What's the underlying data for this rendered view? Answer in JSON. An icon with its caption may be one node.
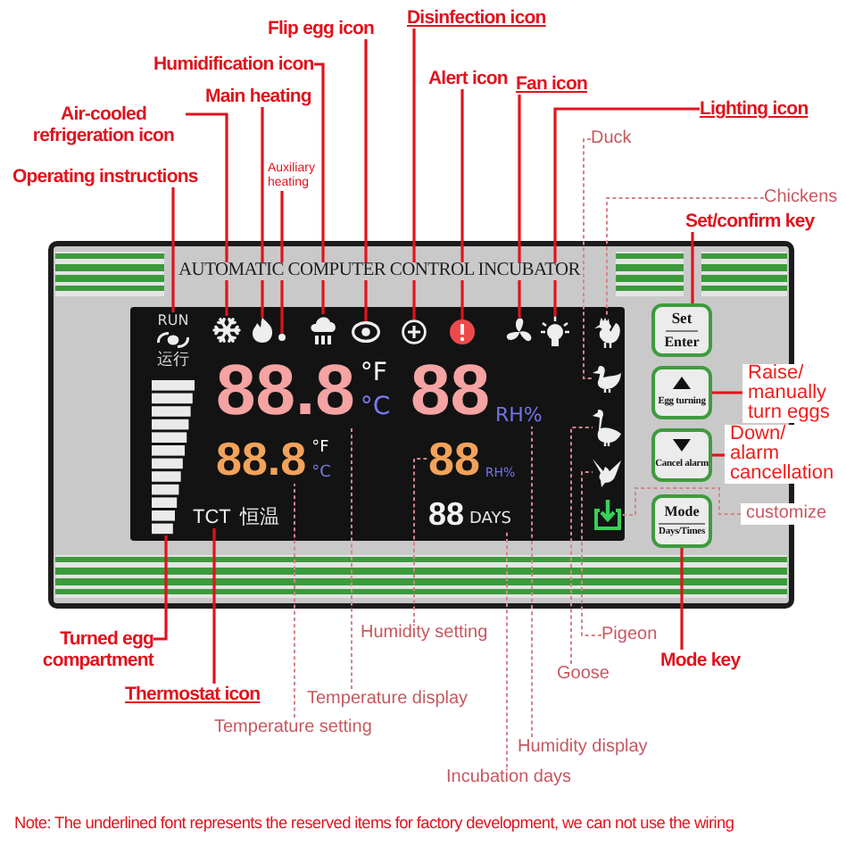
{
  "diagram": {
    "nodes": [
      {
        "text": [
          "Disinfection icon"
        ]
      },
      {
        "text": [
          "Flip egg icon"
        ]
      },
      {
        "text": [
          "Humidification icon"
        ]
      },
      {
        "text": [
          "Alert icon"
        ]
      },
      {
        "text": [
          "Fan icon"
        ]
      },
      {
        "text": [
          "Main heating"
        ]
      },
      {
        "text": [
          "Lighting icon"
        ]
      },
      {
        "text": [
          "Air-cooled refrigeration icon"
        ]
      },
      {
        "text": [
          "Duck"
        ]
      },
      {
        "text": [
          "Auxiliary heating"
        ]
      },
      {
        "text": [
          "Operating instructions"
        ]
      },
      {
        "text": [
          "Chickens"
        ]
      },
      {
        "text": [
          "Set/confirm key"
        ]
      },
      {
        "text": [
          "AUTOMATIC COMPUTER CONTROL INCUBATOR"
        ]
      },
      {
        "text": [],
        "shape": "box",
        "in": 13
      },
      {
        "text": [
          "RUN",
          "运行"
        ],
        "in": 14
      },
      {
        "text": [],
        "shape": "picture",
        "in": 14
      },
      {
        "text": [],
        "shape": "picture",
        "in": 14
      },
      {
        "text": [],
        "shape": "circle",
        "in": 14
      },
      {
        "text": [],
        "shape": "picture",
        "in": 14
      },
      {
        "text": [],
        "shape": "picture",
        "in": 14
      },
      {
        "text": [],
        "shape": "picture",
        "in": 14
      },
      {
        "text": [],
        "shape": "picture",
        "in": 14
      },
      {
        "text": [],
        "shape": "picture",
        "in": 14
      },
      {
        "text": [],
        "shape": "picture",
        "in": 14
      },
      {
        "text": [],
        "shape": "picture",
        "in": 14
      },
      {
        "text": [
          "88.8"
        ],
        "beside": [
          "°F",
          "°C"
        ],
        "in": 14
      },
      {
        "text": [
          "88"
        ],
        "beside": [
          "RH%"
        ],
        "in": 14
      },
      {
        "text": [],
        "shape": "picture",
        "in": 14
      },
      {
        "text": [],
        "shape": "picture",
        "in": 14
      },
      {
        "text": [],
        "shape": "picture",
        "in": 14
      },
      {
        "text": [
          "88.8"
        ],
        "beside": [
          "°F",
          "°C"
        ],
        "in": 14
      },
      {
        "text": [
          "88"
        ],
        "beside": [
          "RH%"
        ],
        "in": 14
      },
      {
        "text": [],
        "shape": "picture",
        "in": 14
      },
      {
        "text": [
          "TCT"
        ],
        "beside": [
          "恒温"
        ],
        "in": 14
      },
      {
        "text": [
          "88"
        ],
        "beside": [
          "DAYS"
        ],
        "in": 14
      },
      {
        "text": [],
        "shape": "picture",
        "in": 14
      },
      {
        "text": [
          "Set",
          "Enter"
        ],
        "in": 13
      },
      {
        "text": [
          "Egg turning"
        ],
        "in": 13
      },
      {
        "text": [
          "Cancel alarm"
        ],
        "in": 13
      },
      {
        "text": [
          "Mode",
          "Days/Times"
        ],
        "in": 13
      },
      {
        "text": [
          "Raise/ manually turn eggs"
        ]
      },
      {
        "text": [
          "Down/ alarm cancellation"
        ]
      },
      {
        "text": [
          "customize"
        ]
      },
      {
        "text": [
          "Humidity setting"
        ]
      },
      {
        "text": [
          "Pigeon"
        ]
      },
      {
        "text": [
          "Turned egg compartment"
        ]
      },
      {
        "text": [
          "Mode key"
        ]
      },
      {
        "text": [
          "Goose"
        ]
      },
      {
        "text": [
          "Thermostat icon"
        ]
      },
      {
        "text": [
          "Temperature display"
        ]
      },
      {
        "text": [
          "Temperature setting"
        ]
      },
      {
        "text": [
          "Humidity display"
        ]
      },
      {
        "text": [
          "Incubation days"
        ]
      }
    ],
    "edges": [
      {
        "from": 0,
        "to": 21,
        "arrow": "none"
      },
      {
        "from": 1,
        "to": 20,
        "arrow": "none"
      },
      {
        "from": 2,
        "to": 19,
        "arrow": "none"
      },
      {
        "from": 3,
        "to": 22,
        "arrow": "none"
      },
      {
        "from": 4,
        "to": 23,
        "arrow": "none"
      },
      {
        "from": 5,
        "to": 17,
        "arrow": "none"
      },
      {
        "from": 6,
        "to": 24,
        "arrow": "none"
      },
      {
        "from": 7,
        "to": 16,
        "arrow": "none"
      },
      {
        "from": 8,
        "to": 28,
        "arrow": "none",
        "style": "dashed",
        "color": "#d4848a"
      },
      {
        "from": 9,
        "to": 18,
        "arrow": "none"
      },
      {
        "from": 10,
        "to": 15,
        "arrow": "none"
      },
      {
        "from": 11,
        "to": 25,
        "arrow": "none",
        "style": "dashed",
        "color": "#d4848a"
      },
      {
        "from": 12,
        "to": 37,
        "arrow": "none"
      },
      {
        "from": 41,
        "to": 38,
        "arrow": "none"
      },
      {
        "from": 42,
        "to": 39,
        "arrow": "none"
      },
      {
        "from": 43,
        "to": 36,
        "arrow": "none",
        "style": "dashed",
        "color": "#d4848a"
      },
      {
        "from": 44,
        "to": 32,
        "arrow": "none",
        "style": "dashed",
        "color": "#d4848a"
      },
      {
        "from": 45,
        "to": 33,
        "arrow": "none",
        "style": "dashed",
        "color": "#d4848a"
      },
      {
        "from": 46,
        "to": 30,
        "arrow": "none"
      },
      {
        "from": 47,
        "to": 40,
        "arrow": "none"
      },
      {
        "from": 48,
        "to": 29,
        "arrow": "none",
        "style": "dashed",
        "color": "#d4848a"
      },
      {
        "from": 49,
        "to": 34,
        "arrow": "none"
      },
      {
        "from": 50,
        "to": 26,
        "arrow": "none",
        "style": "dashed",
        "color": "#d4848a"
      },
      {
        "from": 51,
        "to": 31,
        "arrow": "none",
        "style": "dashed",
        "color": "#d4848a"
      },
      {
        "from": 52,
        "to": 27,
        "arrow": "none",
        "style": "dashed",
        "color": "#d4848a"
      },
      {
        "from": 53,
        "to": 35,
        "arrow": "none",
        "style": "dashed",
        "color": "#d4848a"
      }
    ],
    "labels": [
      "Note: The underlined font represents the reserved items for factory development, we can not use the wiring"
    ]
  }
}
